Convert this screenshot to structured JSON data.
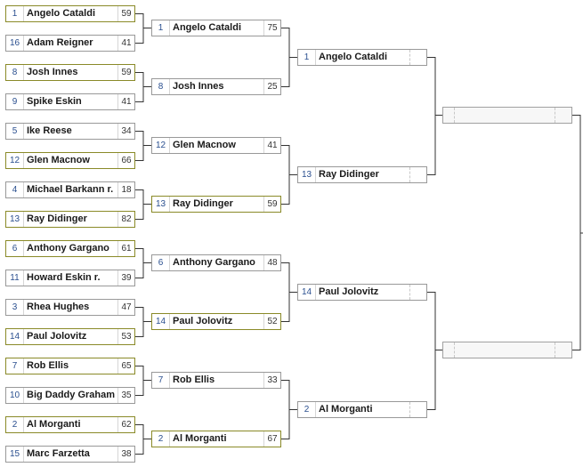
{
  "colors": {
    "winner_border": "#8a8a28",
    "loser_border": "#999999",
    "seed_text": "#2a4f8f",
    "line": "#333333"
  },
  "round1": [
    {
      "seed": "1",
      "name": "Angelo Cataldi",
      "score": "59",
      "winner": true
    },
    {
      "seed": "16",
      "name": "Adam Reigner",
      "score": "41",
      "winner": false
    },
    {
      "seed": "8",
      "name": "Josh Innes",
      "score": "59",
      "winner": true
    },
    {
      "seed": "9",
      "name": "Spike Eskin",
      "score": "41",
      "winner": false
    },
    {
      "seed": "5",
      "name": "Ike Reese",
      "score": "34",
      "winner": false
    },
    {
      "seed": "12",
      "name": "Glen Macnow",
      "score": "66",
      "winner": true
    },
    {
      "seed": "4",
      "name": "Michael Barkann r.",
      "score": "18",
      "winner": false
    },
    {
      "seed": "13",
      "name": "Ray Didinger",
      "score": "82",
      "winner": true
    },
    {
      "seed": "6",
      "name": "Anthony Gargano",
      "score": "61",
      "winner": true
    },
    {
      "seed": "11",
      "name": "Howard Eskin r.",
      "score": "39",
      "winner": false
    },
    {
      "seed": "3",
      "name": "Rhea Hughes",
      "score": "47",
      "winner": false
    },
    {
      "seed": "14",
      "name": "Paul Jolovitz",
      "score": "53",
      "winner": true
    },
    {
      "seed": "7",
      "name": "Rob Ellis",
      "score": "65",
      "winner": true
    },
    {
      "seed": "10",
      "name": "Big Daddy Graham",
      "score": "35",
      "winner": false
    },
    {
      "seed": "2",
      "name": "Al Morganti",
      "score": "62",
      "winner": true
    },
    {
      "seed": "15",
      "name": "Marc Farzetta",
      "score": "38",
      "winner": false
    }
  ],
  "round2": [
    {
      "seed": "1",
      "name": "Angelo Cataldi",
      "score": "75",
      "winner": false
    },
    {
      "seed": "8",
      "name": "Josh Innes",
      "score": "25",
      "winner": false
    },
    {
      "seed": "12",
      "name": "Glen Macnow",
      "score": "41",
      "winner": false
    },
    {
      "seed": "13",
      "name": "Ray Didinger",
      "score": "59",
      "winner": true
    },
    {
      "seed": "6",
      "name": "Anthony Gargano",
      "score": "48",
      "winner": false
    },
    {
      "seed": "14",
      "name": "Paul Jolovitz",
      "score": "52",
      "winner": true
    },
    {
      "seed": "7",
      "name": "Rob Ellis",
      "score": "33",
      "winner": false
    },
    {
      "seed": "2",
      "name": "Al Morganti",
      "score": "67",
      "winner": true
    }
  ],
  "round3": [
    {
      "seed": "1",
      "name": "Angelo Cataldi",
      "score": "",
      "winner": false
    },
    {
      "seed": "13",
      "name": "Ray Didinger",
      "score": "",
      "winner": false
    },
    {
      "seed": "14",
      "name": "Paul Jolovitz",
      "score": "",
      "winner": false
    },
    {
      "seed": "2",
      "name": "Al Morganti",
      "score": "",
      "winner": false
    }
  ],
  "round4": [
    {
      "seed": "",
      "name": "",
      "score": ""
    },
    {
      "seed": "",
      "name": "",
      "score": ""
    }
  ]
}
